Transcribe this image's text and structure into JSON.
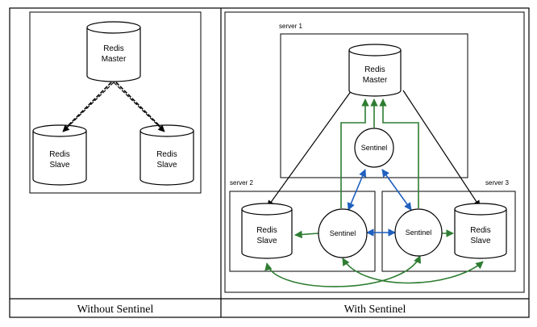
{
  "colors": {
    "sentinel_link": "#2e7d32",
    "sentinel_peer": "#1f5fbf",
    "replication": "#000000",
    "cylinder_fill": "#ffffff",
    "border": "#000000"
  },
  "without_sentinel": {
    "caption": "Without Sentinel",
    "master": {
      "line1": "Redis",
      "line2": "Master"
    },
    "slave_left": {
      "line1": "Redis",
      "line2": "Slave"
    },
    "slave_right": {
      "line1": "Redis",
      "line2": "Slave"
    }
  },
  "with_sentinel": {
    "caption": "With Sentinel",
    "server1": {
      "label": "server 1",
      "master": {
        "line1": "Redis",
        "line2": "Master"
      },
      "sentinel": "Sentinel"
    },
    "server2": {
      "label": "server 2",
      "slave": {
        "line1": "Redis",
        "line2": "Slave"
      },
      "sentinel": "Sentinel"
    },
    "server3": {
      "label": "server 3",
      "slave": {
        "line1": "Redis",
        "line2": "Slave"
      },
      "sentinel": "Sentinel"
    }
  }
}
